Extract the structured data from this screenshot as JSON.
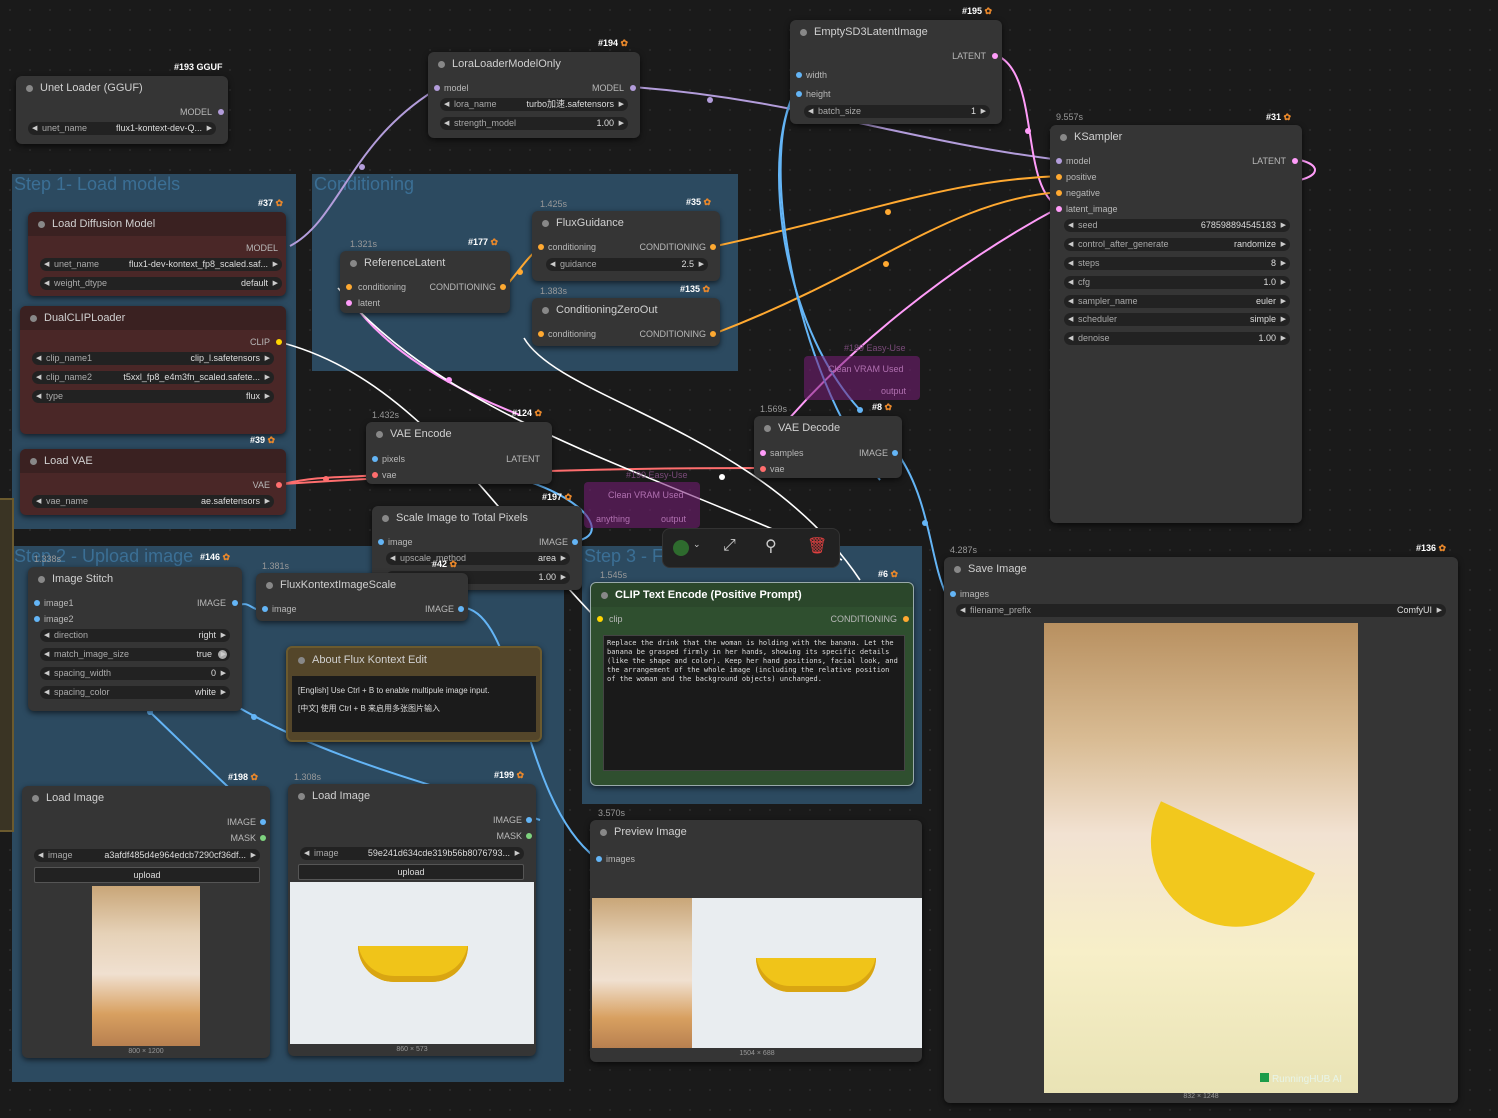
{
  "groups": {
    "step1": "Step 1- Load models",
    "conditioning": "Conditioning",
    "step2": "Step 2 - Upload image",
    "step3": "Step 3 - F"
  },
  "nodes": {
    "unet_gguf": {
      "badge": "#193 GGUF",
      "title": "Unet Loader (GGUF)",
      "out": "MODEL",
      "w_unet_label": "unet_name",
      "w_unet_value": "flux1-kontext-dev-Q..."
    },
    "lora": {
      "badge": "#194",
      "title": "LoraLoaderModelOnly",
      "in_model": "model",
      "out": "MODEL",
      "w1_label": "lora_name",
      "w1_value": "turbo加速.safetensors",
      "w2_label": "strength_model",
      "w2_value": "1.00"
    },
    "empty_latent": {
      "badge": "#195",
      "title": "EmptySD3LatentImage",
      "out": "LATENT",
      "in_width": "width",
      "in_height": "height",
      "w1_label": "batch_size",
      "w1_value": "1"
    },
    "ksampler": {
      "time": "9.557s",
      "badge": "#31",
      "title": "KSampler",
      "out": "LATENT",
      "inputs": [
        "model",
        "positive",
        "negative",
        "latent_image"
      ],
      "widgets": [
        {
          "label": "seed",
          "value": "678598894545183"
        },
        {
          "label": "control_after_generate",
          "value": "randomize"
        },
        {
          "label": "steps",
          "value": "8"
        },
        {
          "label": "cfg",
          "value": "1.0"
        },
        {
          "label": "sampler_name",
          "value": "euler"
        },
        {
          "label": "scheduler",
          "value": "simple"
        },
        {
          "label": "denoise",
          "value": "1.00"
        }
      ]
    },
    "diffusion": {
      "badge": "#37",
      "title": "Load Diffusion Model",
      "out": "MODEL",
      "w1_label": "unet_name",
      "w1_value": "flux1-dev-kontext_fp8_scaled.saf...",
      "w2_label": "weight_dtype",
      "w2_value": "default"
    },
    "dualclip": {
      "title": "DualCLIPLoader",
      "out": "CLIP",
      "w1_label": "clip_name1",
      "w1_value": "clip_l.safetensors",
      "w2_label": "clip_name2",
      "w2_value": "t5xxl_fp8_e4m3fn_scaled.safete...",
      "w3_label": "type",
      "w3_value": "flux"
    },
    "loadvae": {
      "badge": "#39",
      "title": "Load VAE",
      "out": "VAE",
      "w1_label": "vae_name",
      "w1_value": "ae.safetensors"
    },
    "reflatent": {
      "time": "1.321s",
      "badge": "#177",
      "title": "ReferenceLatent",
      "in1": "conditioning",
      "in2": "latent",
      "out": "CONDITIONING"
    },
    "fluxguidance": {
      "time": "1.425s",
      "badge": "#35",
      "title": "FluxGuidance",
      "in1": "conditioning",
      "out": "CONDITIONING",
      "w1_label": "guidance",
      "w1_value": "2.5"
    },
    "condzero": {
      "time": "1.383s",
      "badge": "#135",
      "title": "ConditioningZeroOut",
      "in1": "conditioning",
      "out": "CONDITIONING"
    },
    "vaeencode": {
      "time": "1.432s",
      "badge": "#124",
      "title": "VAE Encode",
      "in1": "pixels",
      "in2": "vae",
      "out": "LATENT"
    },
    "vaedecode": {
      "time": "1.569s",
      "badge": "#8",
      "title": "VAE Decode",
      "in1": "samples",
      "in2": "vae",
      "out": "IMAGE"
    },
    "easyuse189": {
      "title": "#189 Easy-Use",
      "label": "Clean VRAM Used",
      "in": "anything",
      "out": "output"
    },
    "easyuse190": {
      "title": "#190 Easy-Use",
      "label": "Clean VRAM Used",
      "in": "anything",
      "out": "output"
    },
    "scaleimg": {
      "badge": "#197",
      "title": "Scale Image to Total Pixels",
      "in1": "image",
      "out": "IMAGE",
      "w1_label": "upscale_method",
      "w1_value": "area",
      "w2_value": "1.00"
    },
    "imagestitch": {
      "time": "1.338s",
      "badge": "#146",
      "title": "Image Stitch",
      "in1": "image1",
      "in2": "image2",
      "out": "IMAGE",
      "widgets": [
        {
          "label": "direction",
          "value": "right"
        },
        {
          "label": "match_image_size",
          "value": "true"
        },
        {
          "label": "spacing_width",
          "value": "0"
        },
        {
          "label": "spacing_color",
          "value": "white"
        }
      ]
    },
    "fluxscale": {
      "time": "1.381s",
      "badge": "#42",
      "title": "FluxKontextImageScale",
      "in1": "image",
      "out": "IMAGE"
    },
    "about": {
      "title": "About Flux Kontext Edit",
      "line_en": "[English] Use Ctrl + B to enable multipule image input.",
      "line_cn": "[中文] 使用 Ctrl + B 来启用多张图片输入"
    },
    "cliptext": {
      "time": "1.545s",
      "badge": "#6",
      "title": "CLIP Text Encode (Positive Prompt)",
      "in1": "clip",
      "out": "CONDITIONING",
      "prompt": "Replace the drink that the woman is holding with the banana. Let the banana be grasped firmly in her hands, showing its specific details (like the shape and color). Keep her hand positions, facial look, and the arrangement of the whole image (including the relative position of the woman and the background objects) unchanged."
    },
    "loadimg198": {
      "badge": "#198",
      "title": "Load Image",
      "out1": "IMAGE",
      "out2": "MASK",
      "w1_label": "image",
      "w1_value": "a3afdf485d4e964edcb7290cf36df...",
      "upload": "upload",
      "size": "800 × 1200"
    },
    "loadimg199": {
      "time": "1.308s",
      "badge": "#199",
      "title": "Load Image",
      "out1": "IMAGE",
      "out2": "MASK",
      "w1_label": "image",
      "w1_value": "59e241d634cde319b56b8076793...",
      "upload": "upload",
      "size": "860 × 573"
    },
    "preview": {
      "time": "3.570s",
      "title": "Preview Image",
      "in1": "images",
      "size": "1504 × 688"
    },
    "save": {
      "time": "4.287s",
      "badge": "#136",
      "title": "Save Image",
      "in1": "images",
      "w1_label": "filename_prefix",
      "w1_value": "ComfyUI",
      "size": "832 × 1248",
      "watermark": "RunningHUB AI"
    }
  },
  "colors": {
    "model": "#b39ddb",
    "clip": "#ffd500",
    "vae": "#ff6e6e",
    "latent": "#ff9cf9",
    "image": "#64b5f6",
    "conditioning": "#ffa931"
  }
}
